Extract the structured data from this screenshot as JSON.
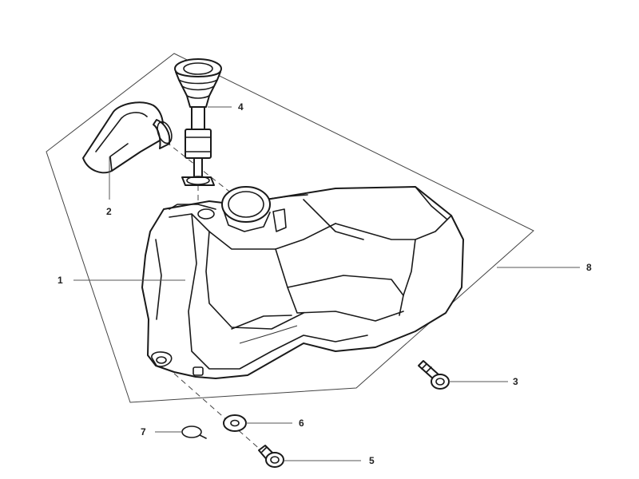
{
  "callouts": [
    {
      "id": "1",
      "text": "1"
    },
    {
      "id": "2",
      "text": "2"
    },
    {
      "id": "3",
      "text": "3"
    },
    {
      "id": "4",
      "text": "4"
    },
    {
      "id": "5",
      "text": "5"
    },
    {
      "id": "6",
      "text": "6"
    },
    {
      "id": "7",
      "text": "7"
    },
    {
      "id": "8",
      "text": "8"
    }
  ],
  "colors": {
    "line": "#1a1a1a",
    "leader": "#555555",
    "label": "#222222",
    "background": "#ffffff"
  }
}
